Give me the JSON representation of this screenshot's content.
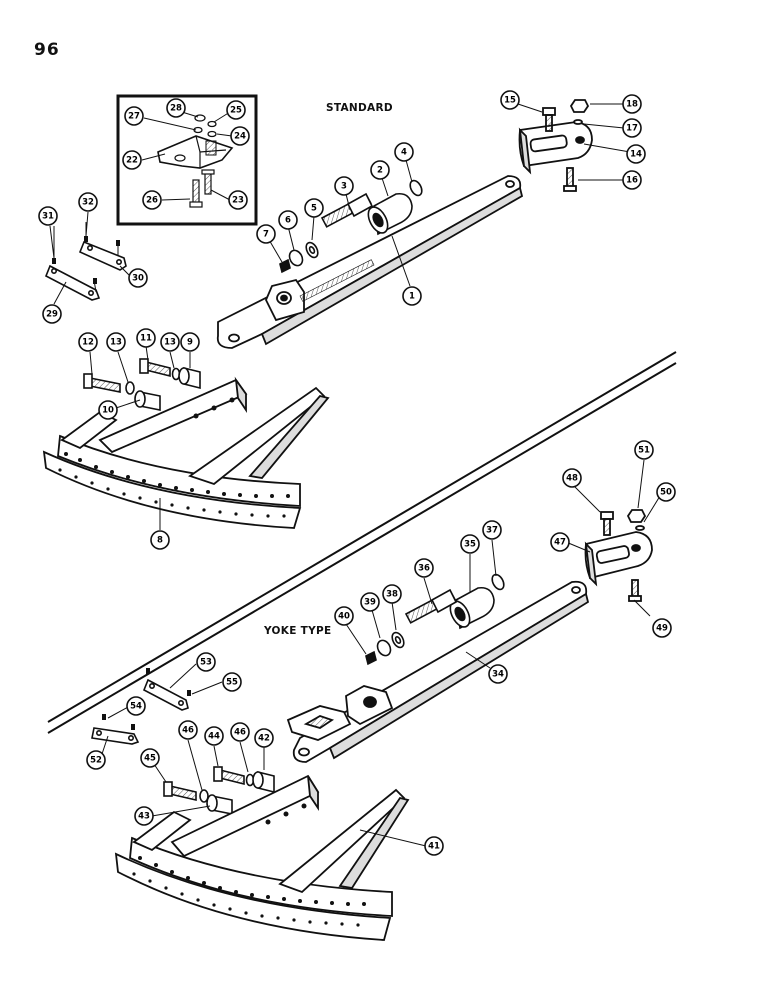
{
  "page": {
    "number": "96"
  },
  "sections": {
    "standard": {
      "title": "STANDARD"
    },
    "yoke": {
      "title": "YOKE TYPE"
    }
  },
  "callouts": [
    {
      "id": "1",
      "label": "1"
    },
    {
      "id": "2",
      "label": "2"
    },
    {
      "id": "3",
      "label": "3"
    },
    {
      "id": "4",
      "label": "4"
    },
    {
      "id": "5",
      "label": "5"
    },
    {
      "id": "6",
      "label": "6"
    },
    {
      "id": "7",
      "label": "7"
    },
    {
      "id": "8",
      "label": "8"
    },
    {
      "id": "9",
      "label": "9"
    },
    {
      "id": "10",
      "label": "10"
    },
    {
      "id": "11",
      "label": "11"
    },
    {
      "id": "12",
      "label": "12"
    },
    {
      "id": "13a",
      "label": "13"
    },
    {
      "id": "13b",
      "label": "13"
    },
    {
      "id": "14",
      "label": "14"
    },
    {
      "id": "15",
      "label": "15"
    },
    {
      "id": "16",
      "label": "16"
    },
    {
      "id": "17",
      "label": "17"
    },
    {
      "id": "18",
      "label": "18"
    },
    {
      "id": "22",
      "label": "22"
    },
    {
      "id": "23",
      "label": "23"
    },
    {
      "id": "24",
      "label": "24"
    },
    {
      "id": "25",
      "label": "25"
    },
    {
      "id": "26",
      "label": "26"
    },
    {
      "id": "27",
      "label": "27"
    },
    {
      "id": "28",
      "label": "28"
    },
    {
      "id": "29",
      "label": "29"
    },
    {
      "id": "30",
      "label": "30"
    },
    {
      "id": "31",
      "label": "31"
    },
    {
      "id": "32",
      "label": "32"
    },
    {
      "id": "34",
      "label": "34"
    },
    {
      "id": "35",
      "label": "35"
    },
    {
      "id": "36",
      "label": "36"
    },
    {
      "id": "37",
      "label": "37"
    },
    {
      "id": "38",
      "label": "38"
    },
    {
      "id": "39",
      "label": "39"
    },
    {
      "id": "40",
      "label": "40"
    },
    {
      "id": "41",
      "label": "41"
    },
    {
      "id": "42",
      "label": "42"
    },
    {
      "id": "43",
      "label": "43"
    },
    {
      "id": "44",
      "label": "44"
    },
    {
      "id": "45",
      "label": "45"
    },
    {
      "id": "46a",
      "label": "46"
    },
    {
      "id": "46b",
      "label": "46"
    },
    {
      "id": "47",
      "label": "47"
    },
    {
      "id": "48",
      "label": "48"
    },
    {
      "id": "49",
      "label": "49"
    },
    {
      "id": "50",
      "label": "50"
    },
    {
      "id": "51",
      "label": "51"
    },
    {
      "id": "52",
      "label": "52"
    },
    {
      "id": "53",
      "label": "53"
    },
    {
      "id": "54",
      "label": "54"
    },
    {
      "id": "55",
      "label": "55"
    }
  ],
  "colors": {
    "ink": "#111111",
    "paper": "#ffffff",
    "shade": "#c8c8c8"
  }
}
